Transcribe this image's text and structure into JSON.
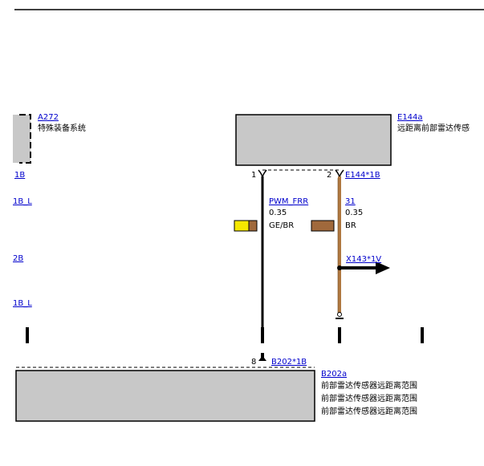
{
  "components": {
    "a272": {
      "id": "A272",
      "desc": "特殊装备系统"
    },
    "e144a": {
      "id": "E144a",
      "desc": "远距离前部雷达传感"
    },
    "b202a": {
      "id": "B202a",
      "desc_lines": [
        "前部雷达传感器远距离范围",
        "前部雷达传感器远距离范围",
        "前部雷达传感器远距离范围"
      ]
    }
  },
  "left_links": [
    "1B",
    "1B_L",
    "2B",
    "1B_L"
  ],
  "connectors": {
    "e144": "E144*1B",
    "b202": "B202*1B",
    "x143": "X143*1V"
  },
  "pins": {
    "e144_pin1": "1",
    "e144_pin2": "2",
    "b202_pin8": "8"
  },
  "wires": [
    {
      "signal": "PWM_FRR",
      "size": "0.35",
      "color_code": "GE/BR",
      "swatch": [
        "#f5e800",
        "#a0693c"
      ]
    },
    {
      "signal": "31",
      "size": "0.35",
      "color_code": "BR",
      "swatch": [
        "#a0693c",
        "#a0693c"
      ]
    }
  ],
  "colors": {
    "link": "#0000cc",
    "box_fill": "#c8c8c8",
    "wire_dark": "#000000",
    "wire_brown": "#b07840"
  }
}
